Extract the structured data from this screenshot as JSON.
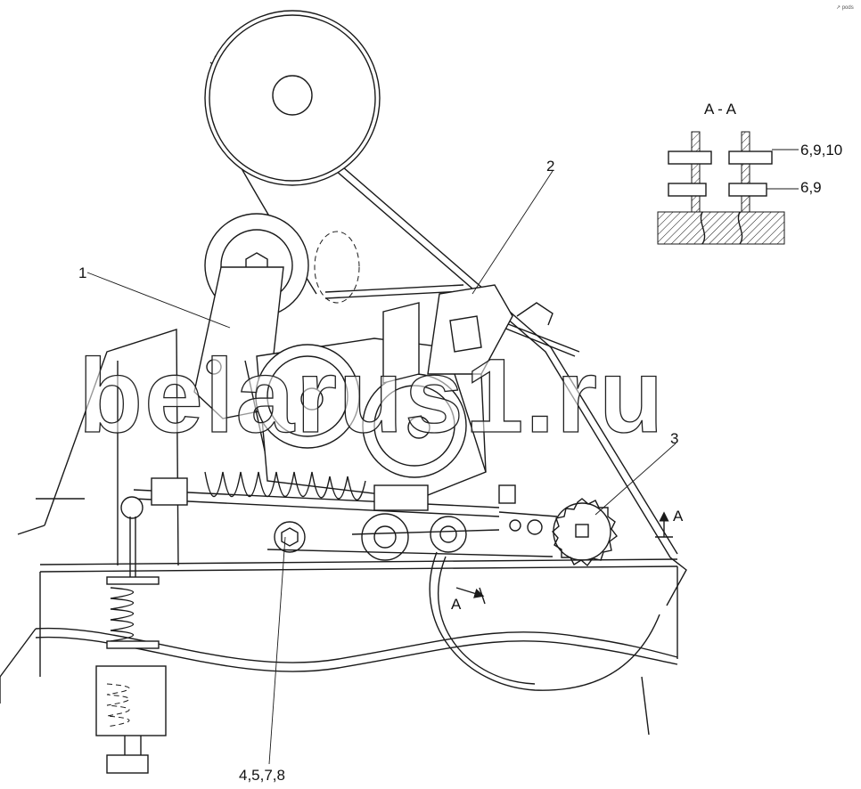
{
  "drawing": {
    "callouts": {
      "item_1": "1",
      "item_2": "2",
      "item_3": "3",
      "item_4578": "4,5,7,8"
    },
    "section": {
      "title": "A - A",
      "label_upper": "6,9,10",
      "label_lower": "6,9"
    },
    "section_marks": {
      "right": "A",
      "lower": "A"
    },
    "watermark": "belarus1.ru",
    "corner_mark": "↗ pods"
  },
  "colors": {
    "line": "#1a1a1a",
    "background": "#ffffff"
  }
}
